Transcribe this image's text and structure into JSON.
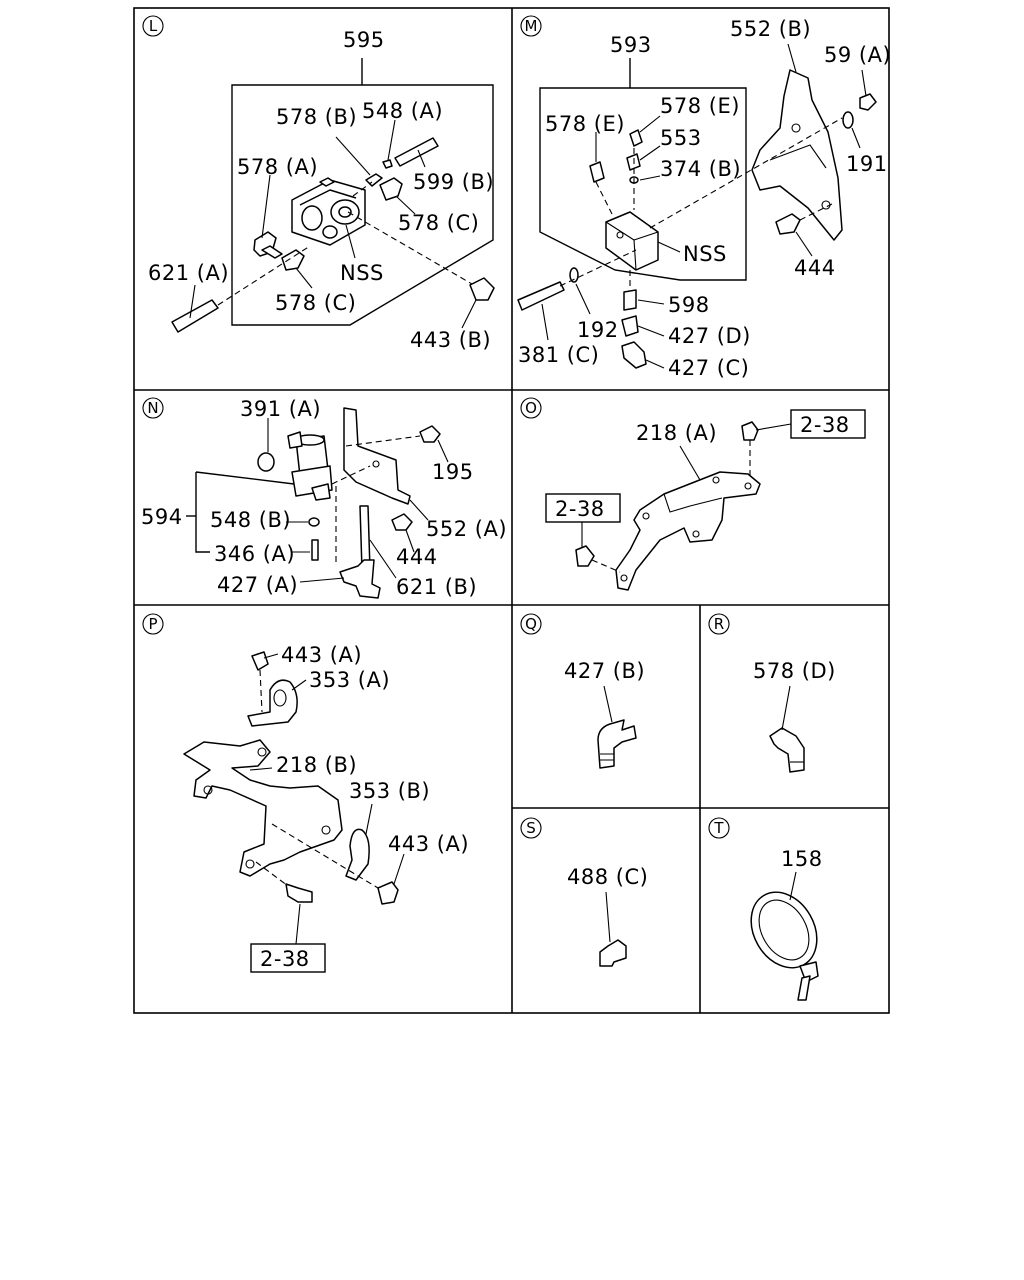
{
  "panels": {
    "L": {
      "marker": "L",
      "labels": [
        "595",
        "578 (B)",
        "548 (A)",
        "578 (A)",
        "599 (B)",
        "578 (C)",
        "621 (A)",
        "NSS",
        "578 (C)",
        "443 (B)"
      ]
    },
    "M": {
      "marker": "M",
      "labels": [
        "593",
        "552 (B)",
        "59 (A)",
        "578 (E)",
        "578 (E)",
        "553",
        "374 (B)",
        "191",
        "NSS",
        "444",
        "598",
        "192",
        "427 (D)",
        "381 (C)",
        "427 (C)"
      ]
    },
    "N": {
      "marker": "N",
      "labels": [
        "391 (A)",
        "195",
        "594",
        "548 (B)",
        "552 (A)",
        "346 (A)",
        "444",
        "427 (A)",
        "621 (B)"
      ]
    },
    "O": {
      "marker": "O",
      "labels": [
        "218 (A)",
        "2-38",
        "2-38"
      ]
    },
    "P": {
      "marker": "P",
      "labels": [
        "443 (A)",
        "353 (A)",
        "218 (B)",
        "353 (B)",
        "443 (A)",
        "2-38"
      ]
    },
    "Q": {
      "marker": "Q",
      "labels": [
        "427 (B)"
      ]
    },
    "R": {
      "marker": "R",
      "labels": [
        "578 (D)"
      ]
    },
    "S": {
      "marker": "S",
      "labels": [
        "488 (C)"
      ]
    },
    "T": {
      "marker": "T",
      "labels": [
        "158"
      ]
    }
  }
}
